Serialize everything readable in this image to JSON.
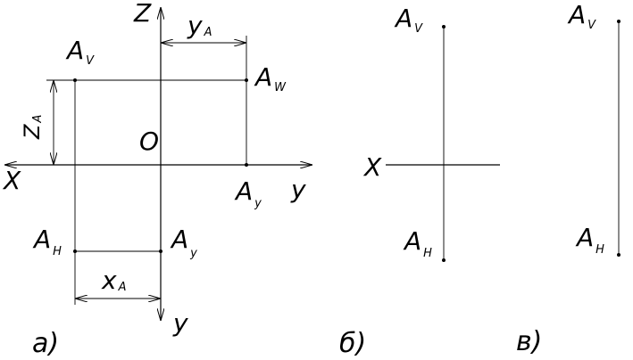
{
  "labels": {
    "z_axis": "Z",
    "x_axis": "X",
    "y_axis_right": "y",
    "y_axis_down": "y",
    "origin": "O",
    "a_v": {
      "main": "A",
      "sub": "V"
    },
    "a_w": {
      "main": "A",
      "sub": "W"
    },
    "a_h": {
      "main": "A",
      "sub": "H"
    },
    "a_y_axis": {
      "main": "A",
      "sub": "y"
    },
    "a_y_lower": {
      "main": "A",
      "sub": "y"
    },
    "dim_y": {
      "main": "y",
      "sub": "A"
    },
    "dim_z": {
      "main": "Z",
      "sub": "A"
    },
    "dim_x": {
      "main": "x",
      "sub": "A"
    },
    "b_a_v": {
      "main": "A",
      "sub": "V"
    },
    "b_a_h": {
      "main": "A",
      "sub": "H"
    },
    "b_x": "X",
    "c_a_v": {
      "main": "A",
      "sub": "V"
    },
    "c_a_h": {
      "main": "A",
      "sub": "H"
    }
  },
  "captions": {
    "a": "а)",
    "b": "б)",
    "c": "в)"
  }
}
